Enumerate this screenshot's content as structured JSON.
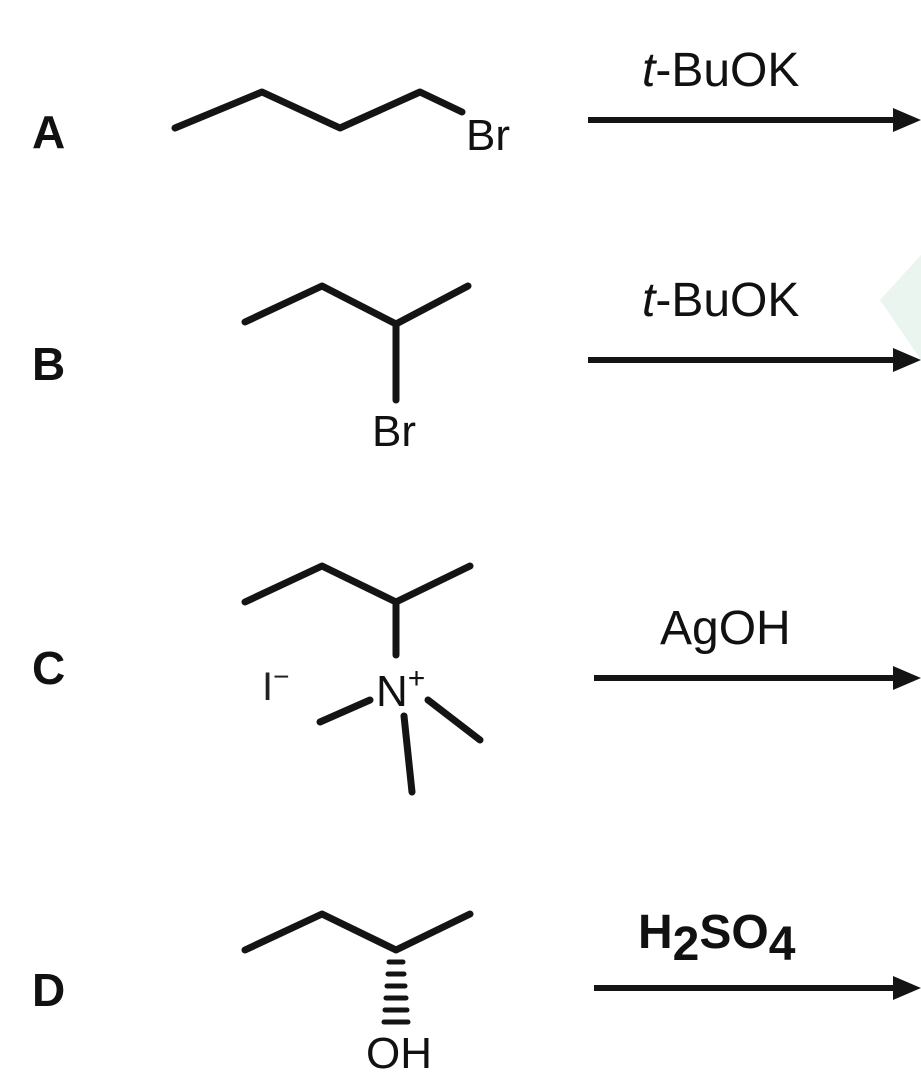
{
  "reactions": [
    {
      "letter": "A",
      "substituent": "Br",
      "reagent_prefix": "t",
      "reagent_rest": "-BuOK"
    },
    {
      "letter": "B",
      "substituent": "Br",
      "reagent_prefix": "t",
      "reagent_rest": "-BuOK"
    },
    {
      "letter": "C",
      "counterion": "I",
      "counterion_charge": "−",
      "substituent": "N",
      "substituent_charge": "+",
      "reagent": "AgOH"
    },
    {
      "letter": "D",
      "substituent": "OH",
      "reagent_main": "H",
      "reagent_sub1": "2",
      "reagent_mid": "SO",
      "reagent_sub2": "4"
    }
  ],
  "colors": {
    "ink": "#141414",
    "faint_shade": "#e9f5ee"
  }
}
